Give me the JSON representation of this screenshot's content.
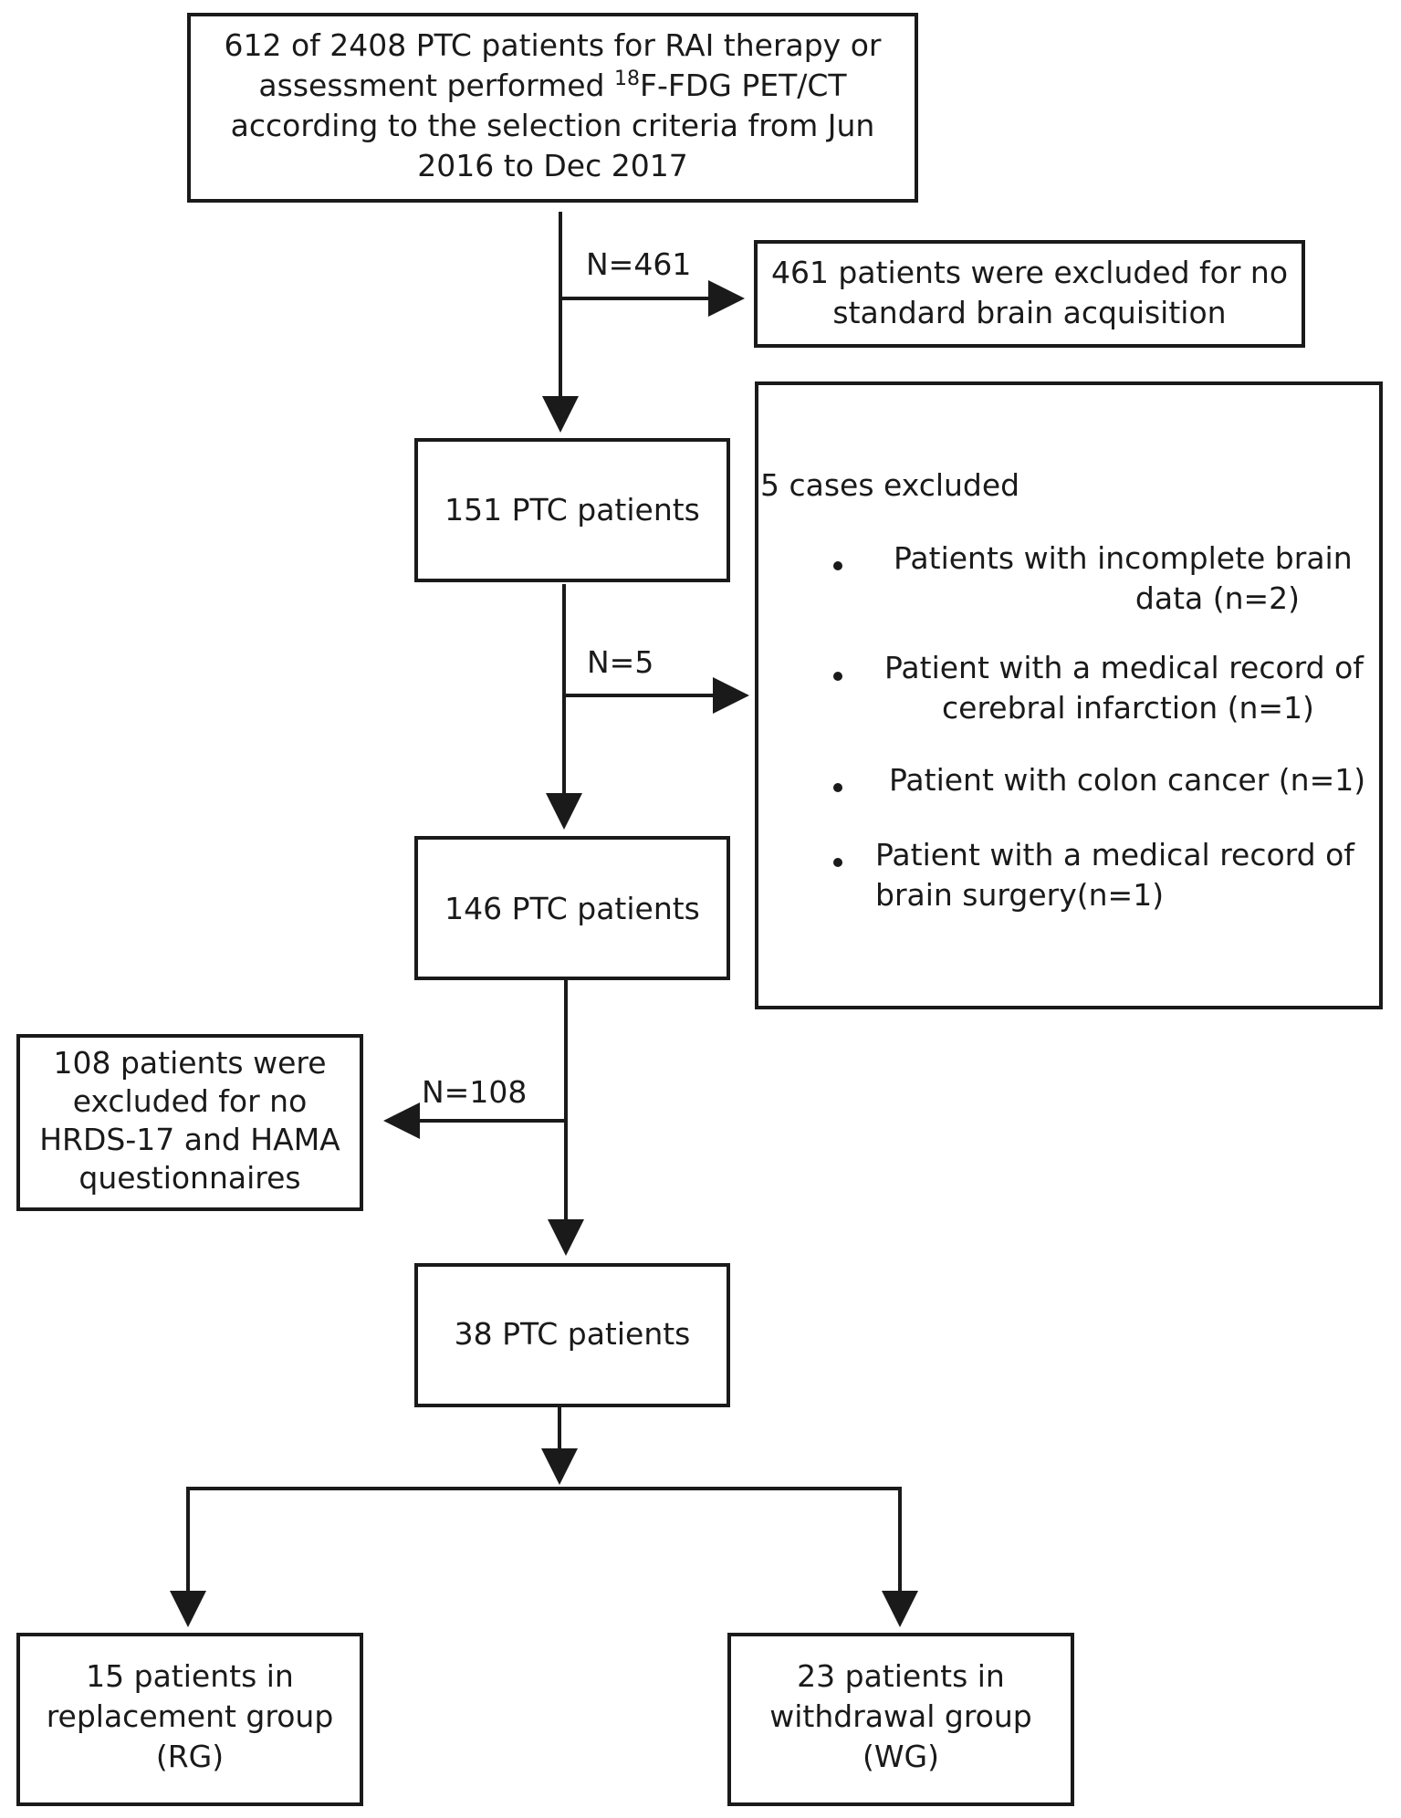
{
  "box1": {
    "lines": [
      "612 of 2408 PTC patients for RAI therapy or",
      "according to the selection criteria from Jun",
      "2016 to Dec 2017"
    ],
    "line2_before": "assessment performed ",
    "line2_sup": "18",
    "line2_after": "F-FDG PET/CT"
  },
  "edge1_label": "N=461",
  "excl1": {
    "lines": [
      "461 patients  were excluded for no",
      "standard brain acquisition"
    ]
  },
  "box2": {
    "text": "151 PTC patients"
  },
  "edge2_label": "N=5",
  "excl2": {
    "title": "5 cases excluded",
    "items": [
      {
        "lines": [
          "Patients with incomplete brain",
          "data (n=2)"
        ]
      },
      {
        "lines": [
          "Patient with a medical record of",
          "cerebral infarction (n=1)"
        ]
      },
      {
        "lines": [
          "Patient with colon cancer (n=1)"
        ]
      },
      {
        "lines": [
          "Patient with a medical record of",
          "brain surgery(n=1)"
        ]
      }
    ]
  },
  "box3": {
    "text": "146 PTC patients"
  },
  "edge3_label": "N=108",
  "excl3": {
    "lines": [
      "108 patients  were",
      "excluded for no",
      "HRDS-17 and HAMA",
      "questionnaires"
    ]
  },
  "box4": {
    "text": "38 PTC patients"
  },
  "rg": {
    "lines": [
      "15  patients in",
      "replacement group",
      "(RG)"
    ]
  },
  "wg": {
    "lines": [
      "23 patients in",
      "withdrawal group",
      "(WG)"
    ]
  }
}
